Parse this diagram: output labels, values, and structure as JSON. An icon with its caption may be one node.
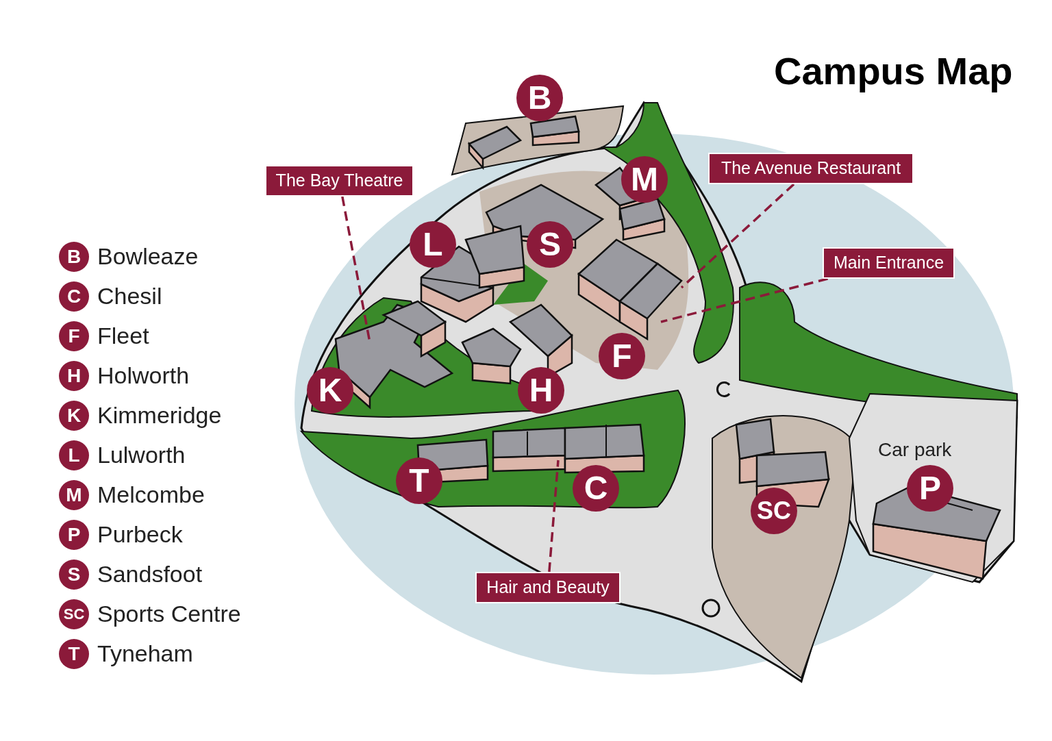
{
  "diagram": {
    "title": "Campus Map",
    "nodes": [
      {
        "text": [
          "B"
        ],
        "beside": [
          "Bowleaze"
        ]
      },
      {
        "text": [
          "C"
        ],
        "beside": [
          "Chesil"
        ]
      },
      {
        "text": [
          "F"
        ],
        "beside": [
          "Fleet"
        ]
      },
      {
        "text": [
          "H"
        ],
        "beside": [
          "Holworth"
        ]
      },
      {
        "text": [
          "K"
        ],
        "beside": [
          "Kimmeridge"
        ]
      },
      {
        "text": [
          "L"
        ],
        "beside": [
          "Lulworth"
        ]
      },
      {
        "text": [
          "M"
        ],
        "beside": [
          "Melcombe"
        ]
      },
      {
        "text": [
          "P"
        ],
        "beside": [
          "Purbeck"
        ]
      },
      {
        "text": [
          "S"
        ],
        "beside": [
          "Sandsfoot"
        ]
      },
      {
        "text": [
          "SC"
        ],
        "beside": [
          "Sports Centre"
        ]
      },
      {
        "text": [
          "T"
        ],
        "beside": [
          "Tyneham"
        ]
      },
      {
        "text": [
          "B"
        ]
      },
      {
        "text": [
          "M"
        ]
      },
      {
        "text": [
          "L"
        ]
      },
      {
        "text": [
          "S"
        ]
      },
      {
        "text": [
          "F"
        ]
      },
      {
        "text": [
          "K"
        ]
      },
      {
        "text": [
          "H"
        ]
      },
      {
        "text": [
          "T"
        ]
      },
      {
        "text": [
          "C"
        ]
      },
      {
        "text": [
          "SC"
        ]
      },
      {
        "text": [
          "P"
        ]
      },
      {
        "text": [
          "The Bay Theatre"
        ]
      },
      {
        "text": [
          "The Avenue Restaurant"
        ]
      },
      {
        "text": [
          "Main Entrance"
        ]
      },
      {
        "text": [
          "Hair and Beauty"
        ]
      }
    ],
    "edges": [
      {
        "from": 22,
        "to": null,
        "arrow": "none",
        "style": "dashed"
      },
      {
        "from": 23,
        "to": null,
        "arrow": "none",
        "style": "dashed"
      },
      {
        "from": 24,
        "to": null,
        "arrow": "none",
        "style": "dashed"
      },
      {
        "from": 25,
        "to": null,
        "arrow": "none",
        "style": "dashed"
      }
    ],
    "labels": [
      "Car park"
    ]
  }
}
